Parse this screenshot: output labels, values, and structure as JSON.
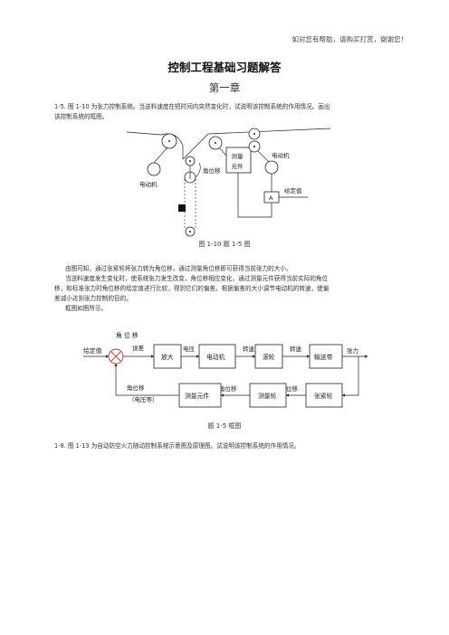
{
  "header": {
    "watermark": "如对您有帮助，请购买打赏，谢谢您！"
  },
  "document": {
    "title": "控制工程基础习题解答",
    "chapter": "第一章",
    "q1_5": {
      "intro_line1": "1-5.  图 1-10 为张力控制系统。当送料速度在短时间内突然变化时，试说明该控制系统的作用情况。画出",
      "intro_line2": "该控制系统的框图。"
    },
    "fig1": {
      "caption": "图 1-10  题 1-5 图",
      "labels": {
        "motor_left": "电动机",
        "motor_right": "电动机",
        "measure_1": "测量",
        "measure_2": "元件",
        "angle": "角位移",
        "setpoint": "给定值",
        "amp_symbol": "A"
      }
    },
    "explanation": {
      "line1": "由图可知，通过张紧轮将张力转为角位移，通过测量角位移即可获得当前张力的大小。",
      "line2": "当送料速度发生变化时，使系统张力发生改变，角位移相应变化，通过测量元件获得当前实际的角位",
      "line3": "移，和标准张力时角位移的给定值进行比较，得到它们的偏差。根据偏差的大小调节电动机的转速，使偏",
      "line4": "差减小达到张力控制的目的。",
      "line5": "框图如图所示。"
    },
    "block": {
      "caption": "题 1-5  框图",
      "top_label": "角 位 移",
      "deviation": "误差",
      "input": "给定值",
      "voltage": "电压",
      "speed1": "转速",
      "speed2": "转速",
      "output": "张力",
      "feedback_angle": "角位移",
      "feedback_voltage": "（电压等）",
      "angle_shift": "角位移",
      "displacement": "位移",
      "boxes": {
        "amp": "放大",
        "motor": "电动机",
        "roller": "滚轮",
        "conveyor": "输送带",
        "tension_wheel": "张紧轮",
        "meas_wheel": "测量轮",
        "meas_element": "测量元件"
      }
    },
    "q1_8": {
      "text": "1-8.  图 1-13 为自动防空火力随动控制系统示意图及原理图。试说明该控制系统的作用情况。"
    }
  }
}
